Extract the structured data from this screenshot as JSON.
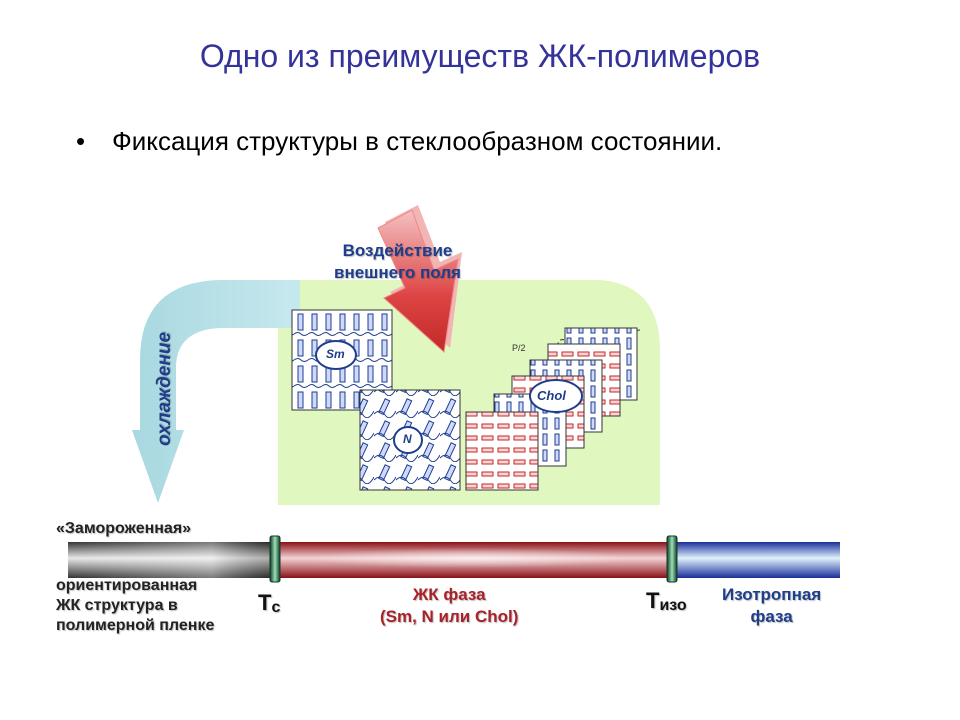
{
  "slide": {
    "title": "Одно из преимуществ ЖК-полимеров",
    "bullet": "Фиксация структуры в стеклообразном состоянии."
  },
  "diagram": {
    "field_label_line1": "Воздействие",
    "field_label_line2": "внешнего поля",
    "cooling_label": "охлаждение",
    "sm_label": "Sm",
    "n_label": "N",
    "chol_label": "Chol",
    "pitch_label": "P/2",
    "frozen_line1": "«Замороженная»",
    "frozen_line2": "ориентированная",
    "frozen_line3": "ЖК структура в",
    "frozen_line4": "полимерной пленке",
    "tc_T": "T",
    "tc_sub": "c",
    "tiso_T": "T",
    "tiso_sub": "изо",
    "lc_line1": "ЖК фаза",
    "lc_line2": "(Sm, N или Chol)",
    "iso_line1": "Изотропная",
    "iso_line2": "фаза",
    "colors": {
      "title": "#333399",
      "lc_phase": "#a8222a",
      "iso_phase": "#1e3d8a",
      "green_field": "#e0f7c0",
      "cool_arrow": "#a9d8e0",
      "field_arrow": "#d83a3a"
    }
  }
}
